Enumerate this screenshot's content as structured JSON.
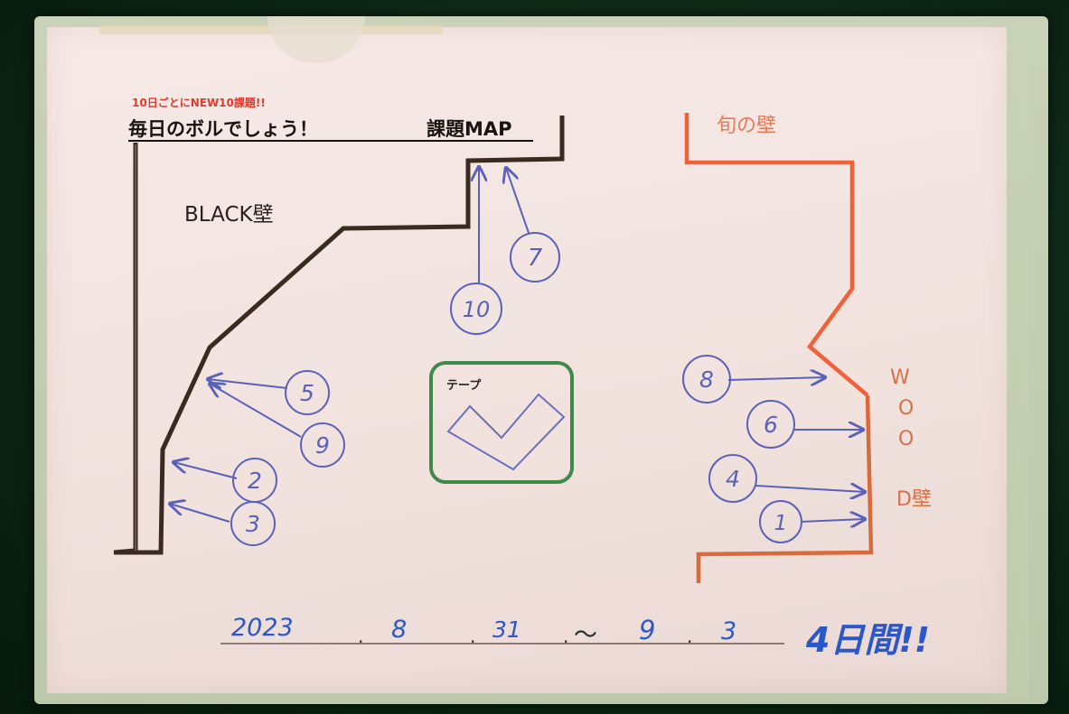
{
  "header": {
    "tagline": "10日ごとにNEW10課題!!",
    "title": "毎日のボルでしょう！",
    "map_label": "課題MAP"
  },
  "walls": {
    "black": "BLACK壁",
    "shun": "旬の壁",
    "wood_letters": [
      "W",
      "O",
      "O",
      "D壁"
    ]
  },
  "tape": {
    "label": "テープ"
  },
  "problems": [
    "10",
    "7",
    "5",
    "9",
    "2",
    "3",
    "8",
    "6",
    "4",
    "1"
  ],
  "date_line": {
    "year": "2023",
    "start_month": "8",
    "start_day": "31",
    "tilde": "〜",
    "end_month": "9",
    "end_day": "3",
    "count_note": "4日間!!"
  },
  "colors": {
    "background": "#0e2a17",
    "paper": "#f3e5e1",
    "red_text": "#e23a2a",
    "black_wall": "#3a2a20",
    "shun_wall": "#f2603a",
    "wood_wall": "#d86b3c",
    "tape_box": "#3f8a4a",
    "pen_blue": "#5a61b8",
    "date_blue": "#2b58c8"
  }
}
